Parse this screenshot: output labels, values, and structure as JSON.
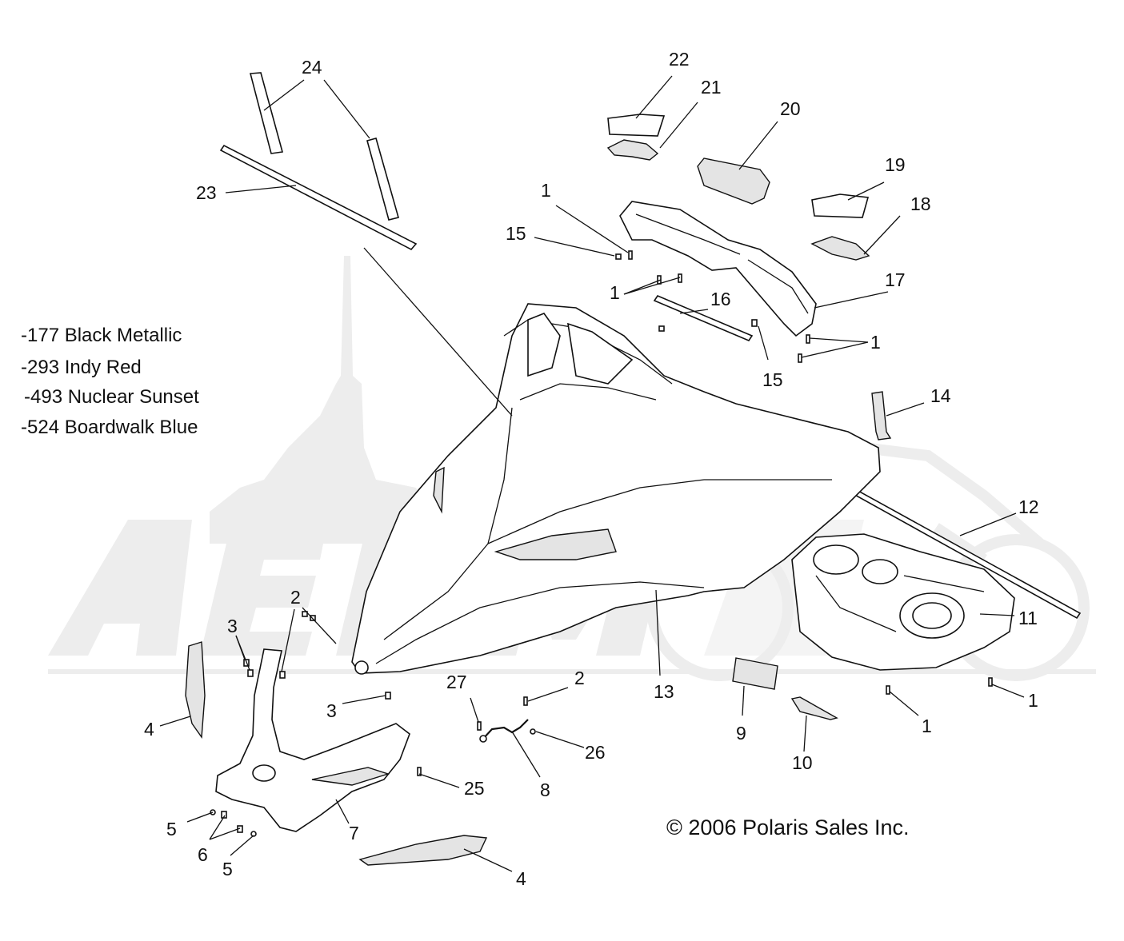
{
  "diagram": {
    "color_codes": [
      "-177 Black Metallic",
      "-293 Indy Red",
      "-493 Nuclear Sunset",
      "-524 Boardwalk Blue"
    ],
    "copyright": "© 2006 Polaris Sales Inc.",
    "callouts": {
      "c24": "24",
      "c22": "22",
      "c21": "21",
      "c20": "20",
      "c19": "19",
      "c18": "18",
      "c23": "23",
      "c1a": "1",
      "c15a": "15",
      "c1b": "1",
      "c16": "16",
      "c17": "17",
      "c1c": "1",
      "c15b": "15",
      "c14": "14",
      "c12": "12",
      "c2a": "2",
      "c3a": "3",
      "c11": "11",
      "c13": "13",
      "c27": "27",
      "c2b": "2",
      "c3b": "3",
      "c4a": "4",
      "c1d": "1",
      "c1e": "1",
      "c9": "9",
      "c26": "26",
      "c10": "10",
      "c8": "8",
      "c25": "25",
      "c5a": "5",
      "c7": "7",
      "c6": "6",
      "c5b": "5",
      "c4b": "4"
    }
  }
}
